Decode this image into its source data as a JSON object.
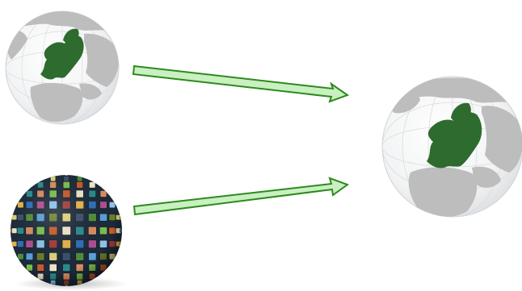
{
  "diagram": {
    "items": [
      {
        "role": "source",
        "kind": "globe-europe-highlighted"
      },
      {
        "role": "source",
        "kind": "globe-photo-mosaic"
      },
      {
        "role": "target",
        "kind": "globe-europe-highlighted"
      }
    ],
    "connectors": [
      {
        "from": "top-left-globe",
        "to": "target-globe",
        "kind": "arrow"
      },
      {
        "from": "mosaic-globe",
        "to": "target-globe",
        "kind": "arrow"
      }
    ]
  },
  "colors": {
    "ocean": "#f4f5f6",
    "land": "#b9b9b9",
    "europe": "#2e6b2e",
    "arrow_fill": "#c9f0c0",
    "arrow_stroke": "#2d8a1e",
    "grid": "#d7dadc"
  }
}
